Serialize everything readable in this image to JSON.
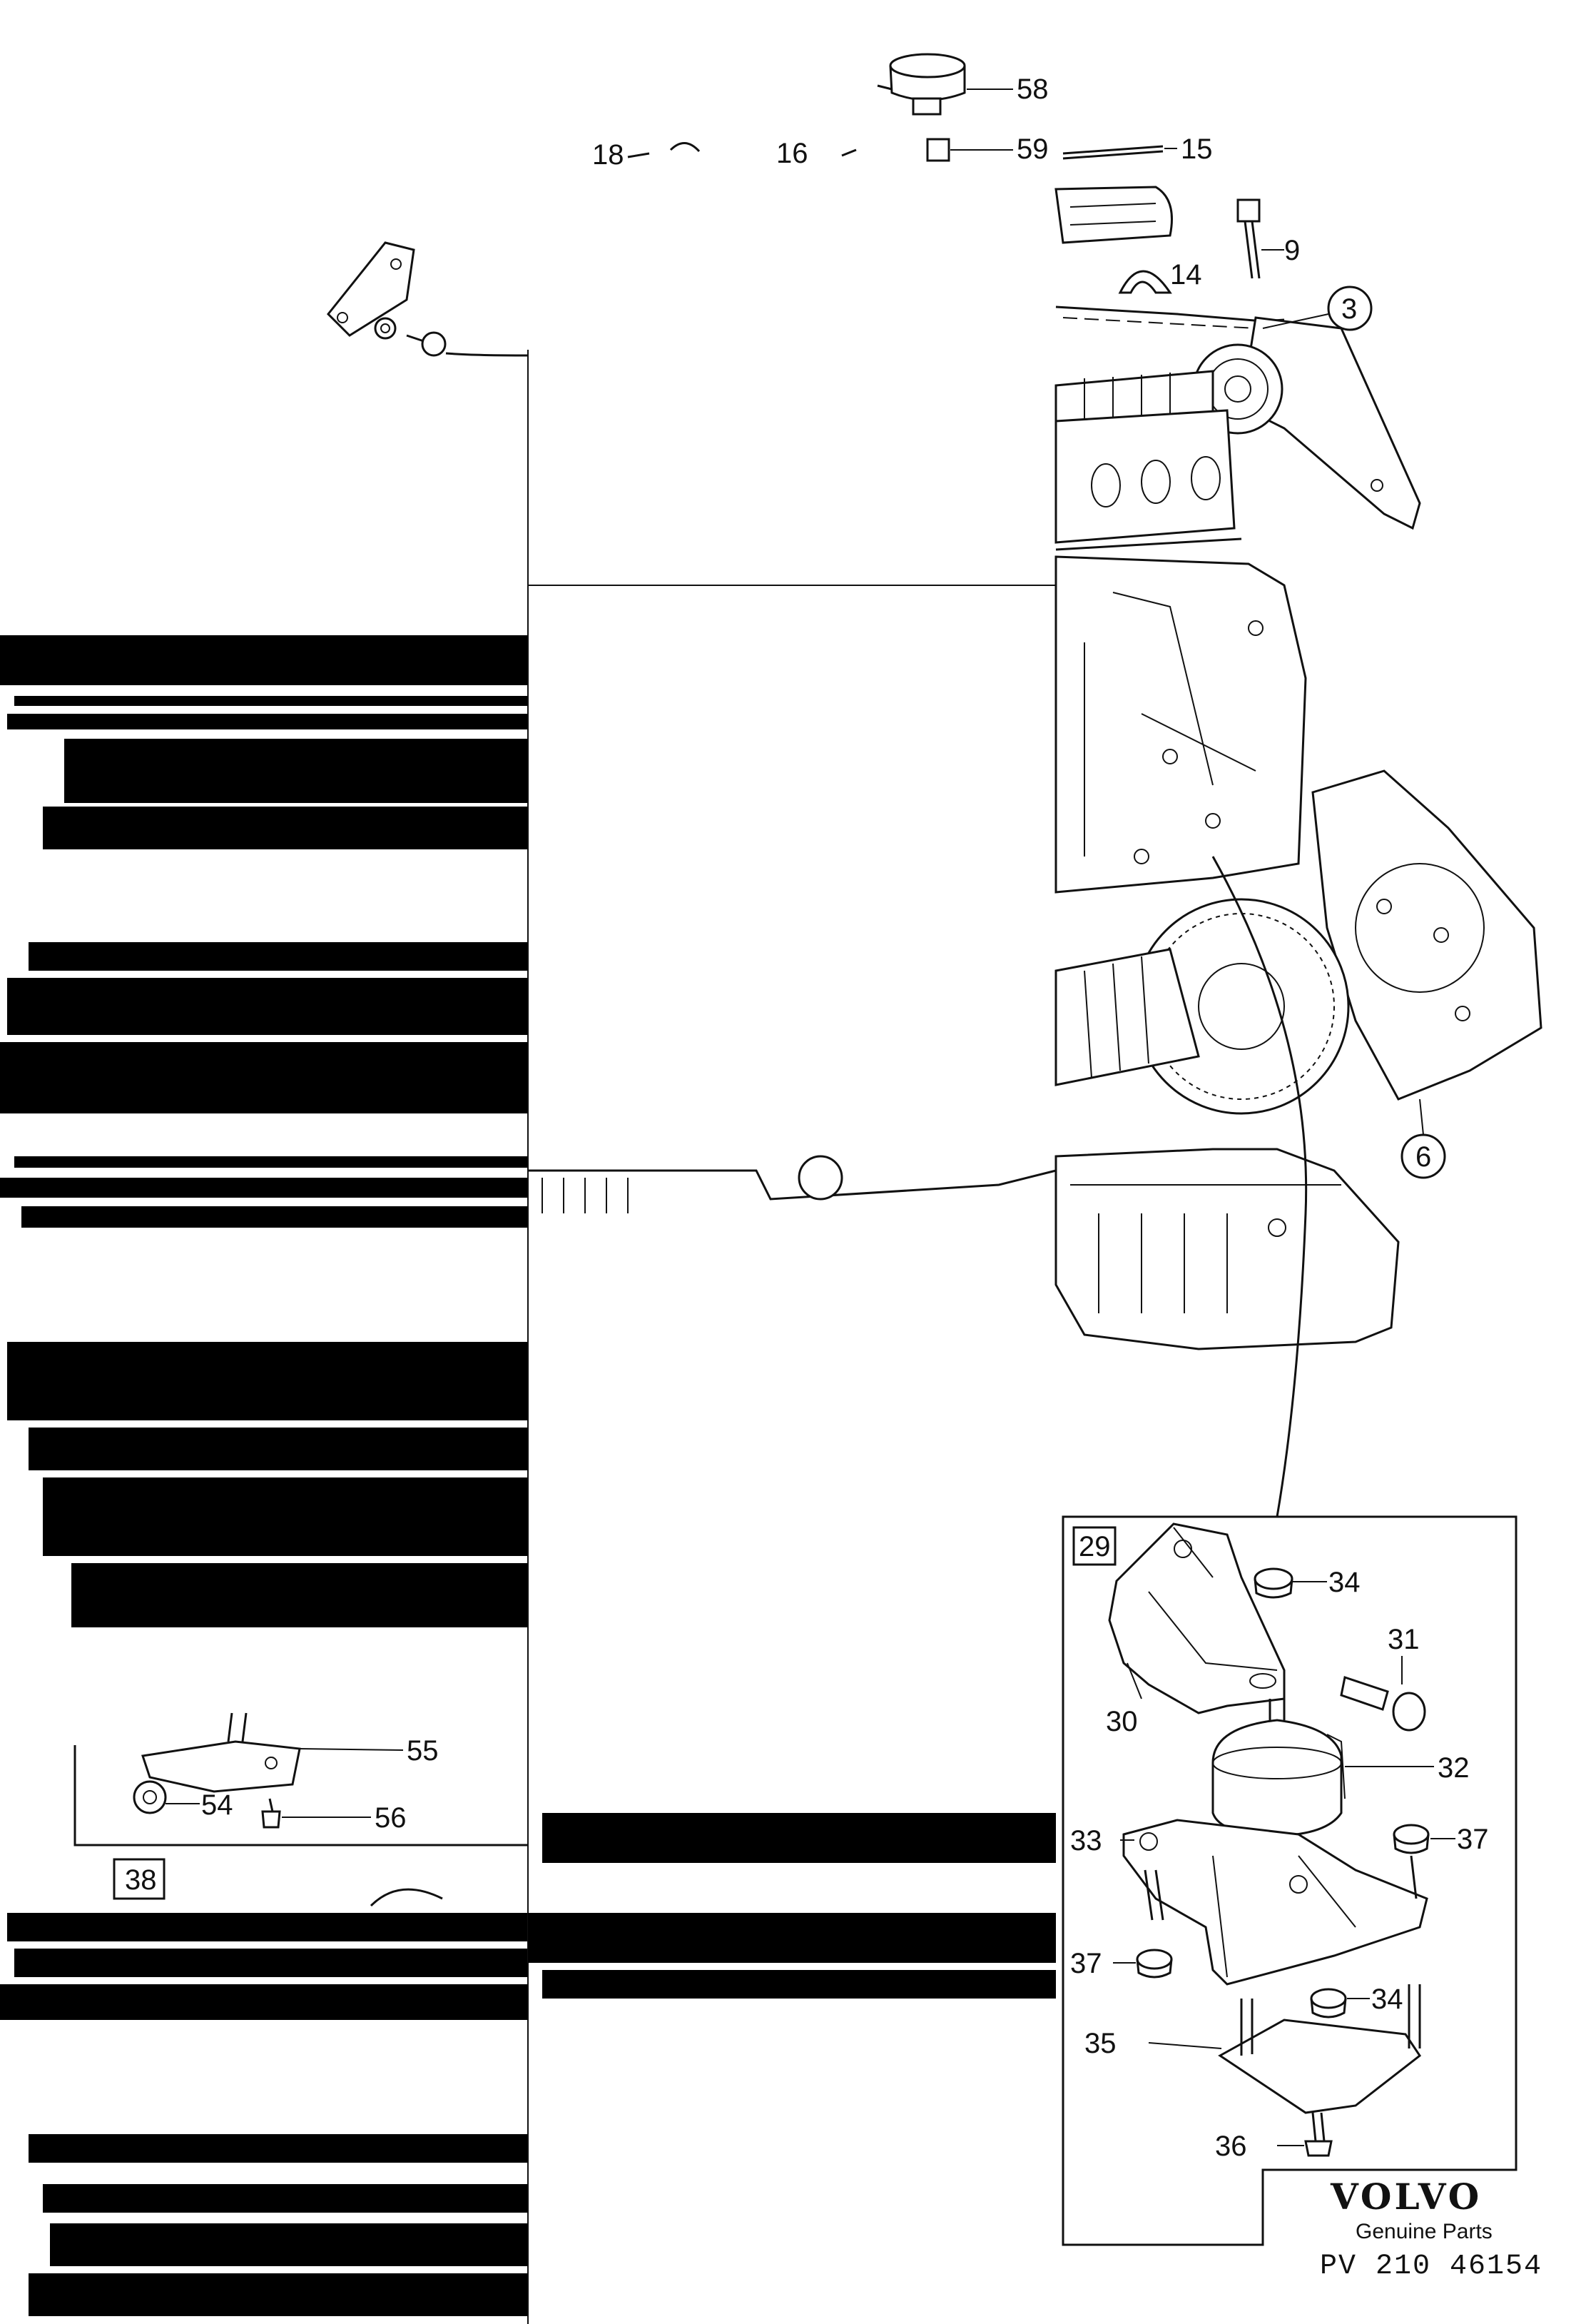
{
  "callouts": {
    "c58": "58",
    "c59": "59",
    "c15": "15",
    "c16": "16",
    "c18": "18",
    "c9": "9",
    "c14": "14",
    "c3": "3",
    "c6": "6",
    "c55": "55",
    "c54": "54",
    "c56": "56",
    "c34a": "34",
    "c31": "31",
    "c30": "30",
    "c32": "32",
    "c33": "33",
    "c37a": "37",
    "c37b": "37",
    "c34b": "34",
    "c35": "35",
    "c36": "36"
  },
  "boxes": {
    "b29": "29",
    "b38": "38"
  },
  "brand": {
    "logo": "VOLVO",
    "tagline": "Genuine Parts",
    "part_number": "PV 210 46154"
  }
}
